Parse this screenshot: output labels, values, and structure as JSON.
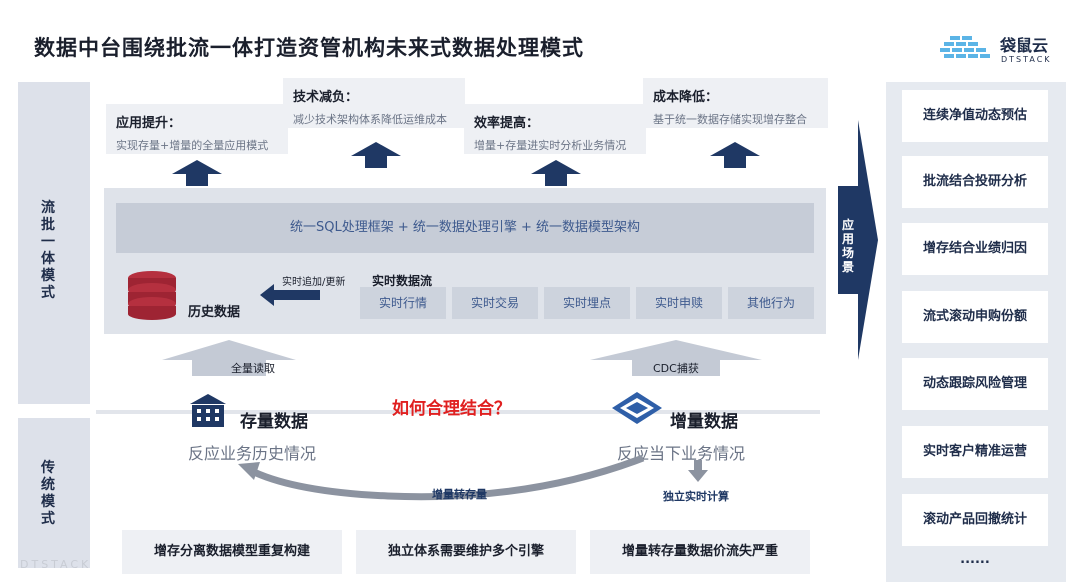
{
  "title": "数据中台围绕批流一体打造资管机构未来式数据处理模式",
  "logo": {
    "name": "袋鼠云",
    "sub": "DTSTACK"
  },
  "watermark": "DTSTACK",
  "left_labels": {
    "top": "流批一体模式",
    "bottom": "传统模式"
  },
  "benefits": [
    {
      "title": "应用提升：",
      "desc": "实现存量+增量的全量应用模式"
    },
    {
      "title": "技术减负：",
      "desc": "减少技术架构体系降低运维成本"
    },
    {
      "title": "效率提高：",
      "desc": "增量+存量进实时分析业务情况"
    },
    {
      "title": "成本降低：",
      "desc": "基于统一数据存储实现增存整合"
    }
  ],
  "unified_bar": "统一SQL处理框架 + 统一数据处理引擎 + 统一数据模型架构",
  "history_data": "历史数据",
  "realtime_append": "实时追加/更新",
  "realtime_stream": "实时数据流",
  "stream_chips": [
    "实时行情",
    "实时交易",
    "实时埋点",
    "实时申赎",
    "其他行为"
  ],
  "full_read": "全量读取",
  "cdc_capture": "CDC捕获",
  "stock": {
    "title": "存量数据",
    "desc": "反应业务历史情况"
  },
  "incremental": {
    "title": "增量数据",
    "desc": "反应当下业务情况"
  },
  "question": "如何合理结合？",
  "inc_to_stock": "增量转存量",
  "independent_rt": "独立实时计算",
  "bottom_issues": [
    "增存分离数据模型重复构建",
    "独立体系需要维护多个引擎",
    "增量转存量数据价流失严重"
  ],
  "apply_scene": "应用场景",
  "scenes": [
    "连续净值动态预估",
    "批流结合投研分析",
    "增存结合业绩归因",
    "流式滚动申购份额",
    "动态跟踪风险管理",
    "实时客户精准运营",
    "滚动产品回撤统计",
    "......"
  ],
  "colors": {
    "navy": "#1f3864",
    "accent_red": "#e02020",
    "text_blue": "#3e5a8e"
  }
}
